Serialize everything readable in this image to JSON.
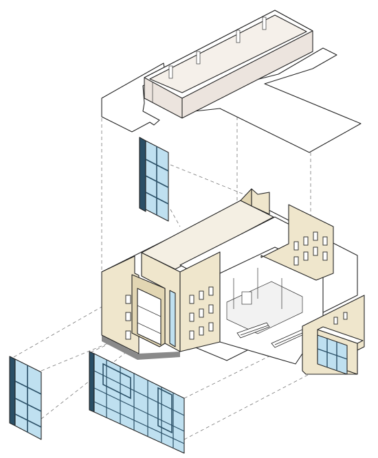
{
  "diagram": {
    "kind": "exploded-axonometric-building",
    "components": [
      "roof-slab",
      "rooftop-mechanical-box",
      "upper-curtain-wall-panel",
      "main-building-mass",
      "lower-left-curtain-wall-panel",
      "lower-front-curtain-wall-panel",
      "entrance-canopy"
    ],
    "colors": {
      "stroke": "#222222",
      "wall": "#efe6cc",
      "wall_shade": "#e2d6b3",
      "roof": "#ffffff",
      "glass": "#bfe0f0",
      "glass_frame": "#2a4f66",
      "box_face": "#ece4de",
      "guide_lines": "#777777",
      "shadow": "#8a8a8a"
    }
  }
}
